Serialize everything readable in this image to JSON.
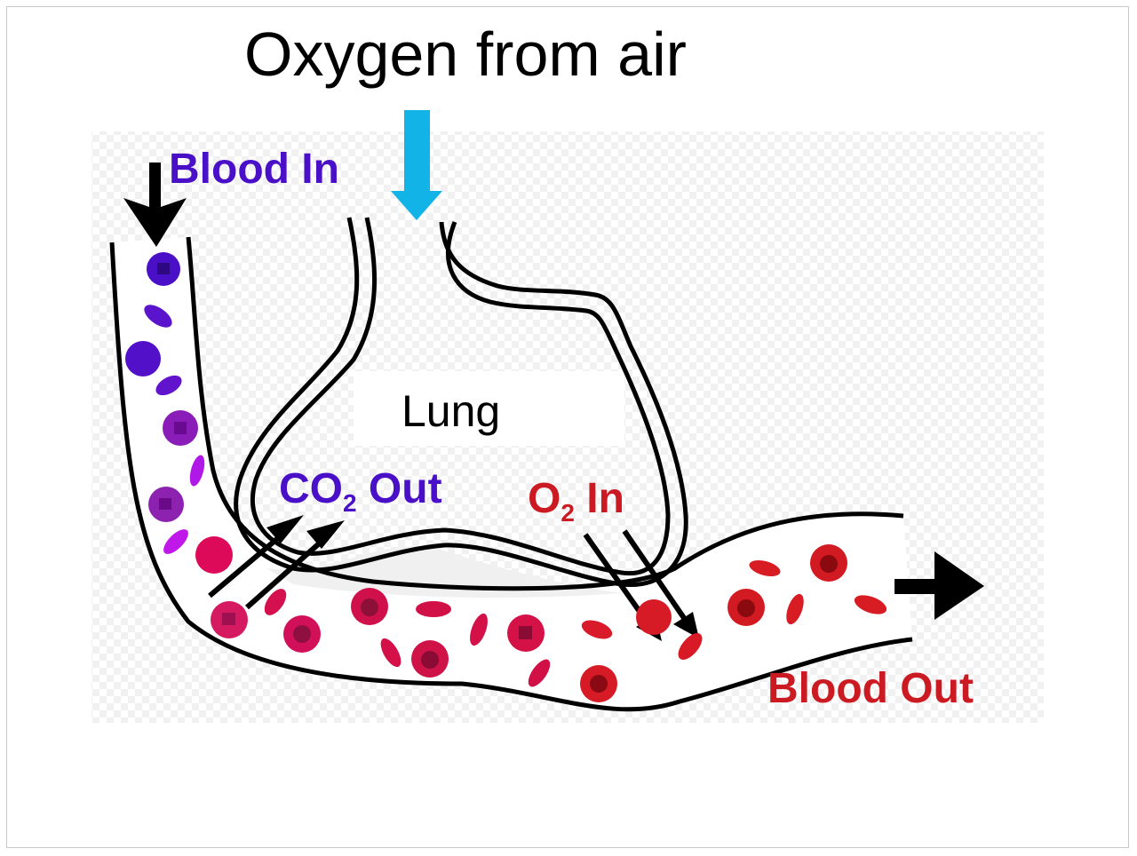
{
  "title": "Oxygen from air",
  "labels": {
    "blood_in": "Blood In",
    "lung": "Lung",
    "co2_out": "CO2 Out",
    "o2_in": "O2 In",
    "blood_out": "Blood Out"
  },
  "colors": {
    "blood_in": "#4a10c8",
    "blood_out": "#cc1a22",
    "oxygen_arrow": "#12b3e6",
    "outline": "#000000"
  }
}
